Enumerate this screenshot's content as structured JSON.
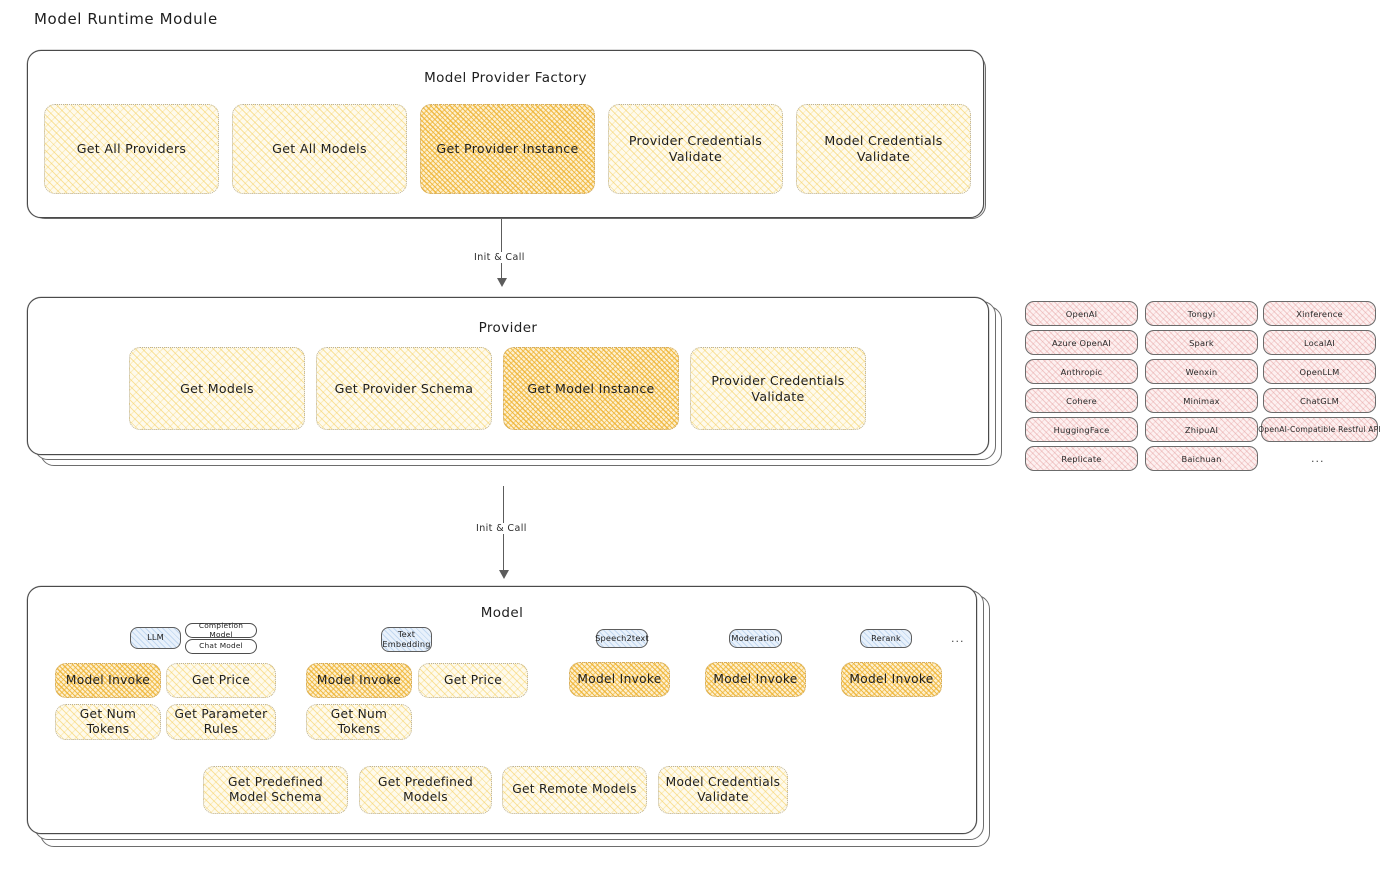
{
  "page": {
    "title": "Model Runtime Module"
  },
  "factory": {
    "title": "Model Provider Factory",
    "methods": [
      {
        "label": "Get All Providers",
        "highlight": false
      },
      {
        "label": "Get All Models",
        "highlight": false
      },
      {
        "label": "Get Provider Instance",
        "highlight": true
      },
      {
        "label": "Provider Credentials Validate",
        "highlight": false
      },
      {
        "label": "Model Credentials Validate",
        "highlight": false
      }
    ]
  },
  "arrows": [
    {
      "label": "Init & Call"
    },
    {
      "label": "Init & Call"
    }
  ],
  "provider": {
    "title": "Provider",
    "methods": [
      {
        "label": "Get Models",
        "highlight": false
      },
      {
        "label": "Get Provider Schema",
        "highlight": false
      },
      {
        "label": "Get Model Instance",
        "highlight": true
      },
      {
        "label": "Provider Credentials Validate",
        "highlight": false
      }
    ]
  },
  "provider_list": {
    "columns": [
      [
        "OpenAI",
        "Azure OpenAI",
        "Anthropic",
        "Cohere",
        "HuggingFace",
        "Replicate"
      ],
      [
        "Tongyi",
        "Spark",
        "Wenxin",
        "Minimax",
        "ZhipuAI",
        "Baichuan"
      ],
      [
        "Xinference",
        "LocalAI",
        "OpenLLM",
        "ChatGLM",
        "OpenAI-Compatible Restful API"
      ]
    ],
    "more": "..."
  },
  "model": {
    "title": "Model",
    "more": "...",
    "types": [
      {
        "name": "LLM",
        "sub_badges": [
          "Completion Model",
          "Chat Model"
        ],
        "methods": [
          {
            "label": "Model Invoke",
            "highlight": true
          },
          {
            "label": "Get Price",
            "highlight": false
          },
          {
            "label": "Get Num Tokens",
            "highlight": false
          },
          {
            "label": "Get Parameter Rules",
            "highlight": false
          }
        ]
      },
      {
        "name": "Text Embedding",
        "sub_badges": [],
        "methods": [
          {
            "label": "Model Invoke",
            "highlight": true
          },
          {
            "label": "Get Price",
            "highlight": false
          },
          {
            "label": "Get Num Tokens",
            "highlight": false
          }
        ]
      },
      {
        "name": "Speech2text",
        "sub_badges": [],
        "methods": [
          {
            "label": "Model Invoke",
            "highlight": true
          }
        ]
      },
      {
        "name": "Moderation",
        "sub_badges": [],
        "methods": [
          {
            "label": "Model Invoke",
            "highlight": true
          }
        ]
      },
      {
        "name": "Rerank",
        "sub_badges": [],
        "methods": [
          {
            "label": "Model Invoke",
            "highlight": true
          }
        ]
      }
    ],
    "shared_methods": [
      {
        "label": "Get Predefined Model Schema"
      },
      {
        "label": "Get Predefined Models"
      },
      {
        "label": "Get Remote Models"
      },
      {
        "label": "Model Credentials Validate"
      }
    ]
  },
  "colors": {
    "highlight_fill": "#f0c060",
    "light_fill": "#fdf6e0",
    "provider_pill": "#fdf0f0",
    "badge_blue": "#e8f1fb",
    "stroke": "#3a3a3a"
  }
}
